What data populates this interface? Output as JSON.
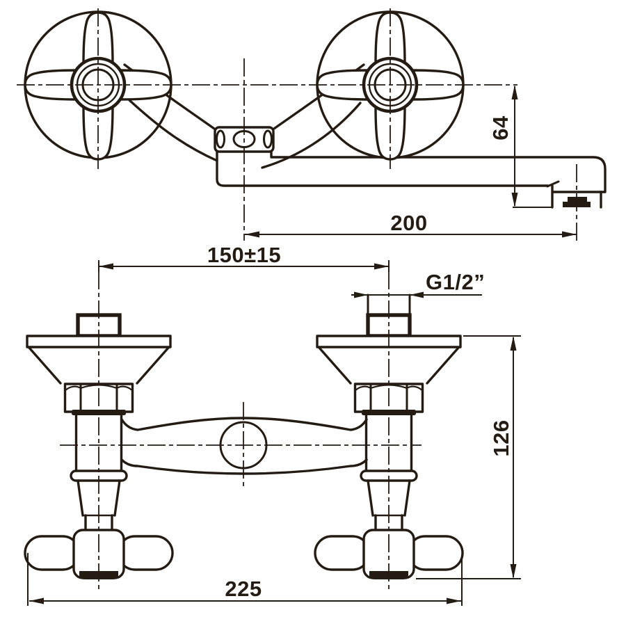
{
  "drawing": {
    "background": "#ffffff",
    "ink": "#241b13",
    "labels": {
      "spout_height": "64",
      "spout_reach": "200",
      "inlet_spacing": "150±15",
      "thread_size": "G1/2”",
      "mount_height": "126",
      "overall_width": "225"
    }
  }
}
